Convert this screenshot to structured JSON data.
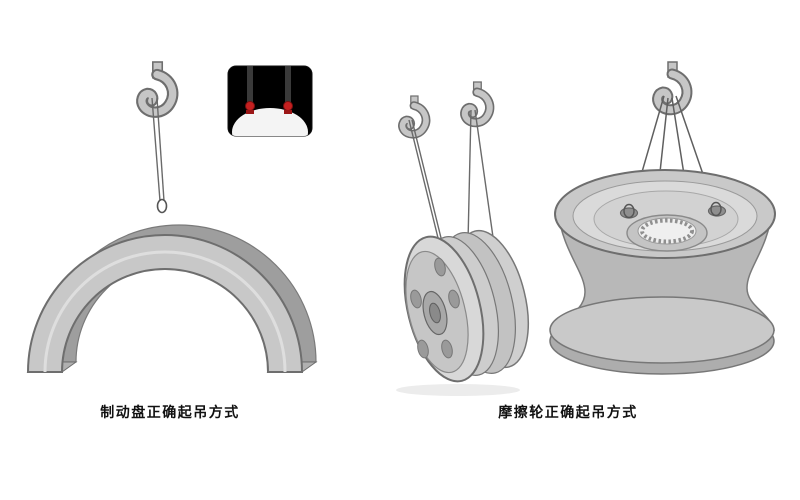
{
  "page": {
    "background": "#ffffff",
    "description_labels": {
      "brake_disc_caption": "制动盘正确起吊方式",
      "friction_wheel_caption": "摩擦轮正确起吊方式"
    }
  },
  "figures": {
    "brake_disc": {
      "caption": "制动盘正确起吊方式"
    },
    "friction_wheel": {
      "caption": "摩擦轮正确起吊方式"
    }
  },
  "colors": {
    "metal_light": "#d8d8d8",
    "metal_mid": "#c4c4c4",
    "metal_dark": "#9e9e9e",
    "outline": "#6e6e6e",
    "rope": "#5f5f5f",
    "accent_red": "#c42020",
    "inset_background": "#000000"
  }
}
